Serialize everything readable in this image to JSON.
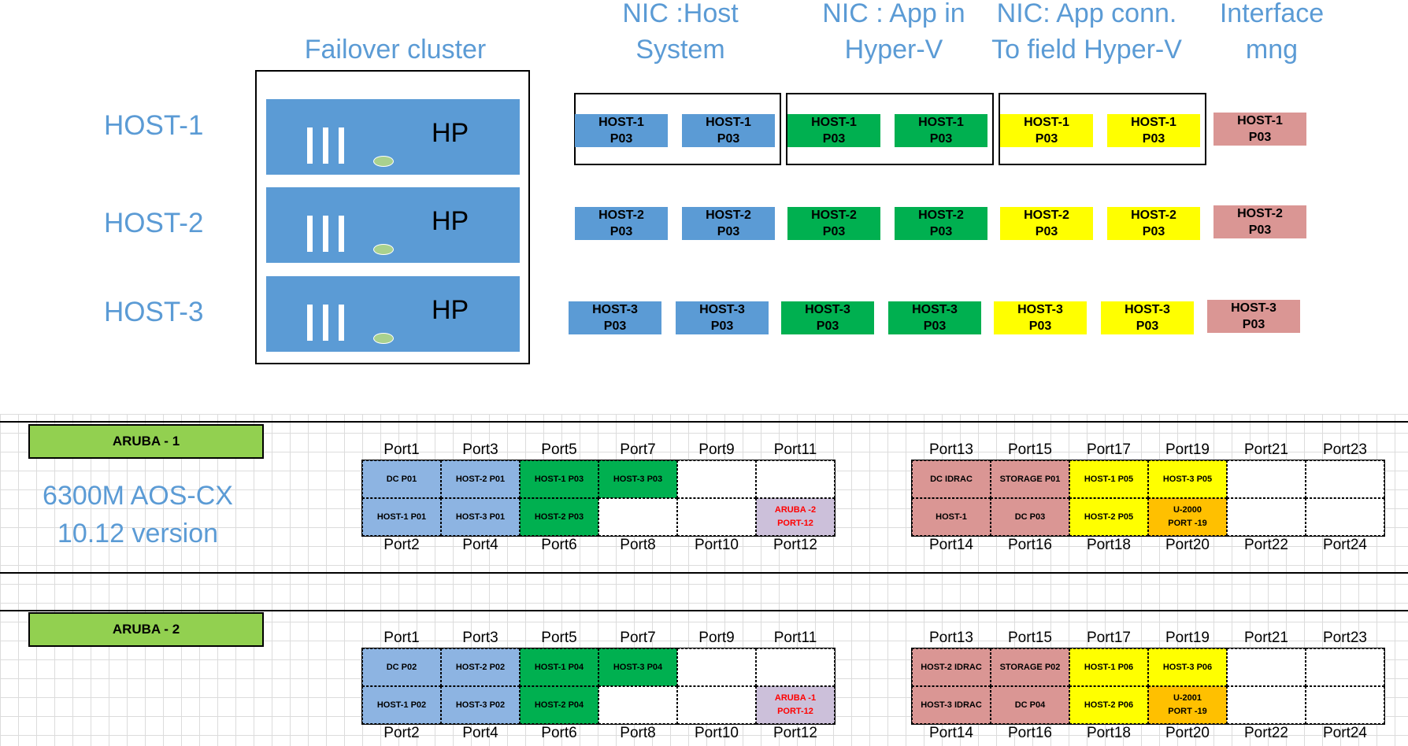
{
  "headings": {
    "failover": "Failover cluster",
    "nic_host": "NIC :Host\nSystem",
    "nic_app": "NIC : App in\nHyper-V",
    "nic_field": "NIC: App conn.\nTo field Hyper-V",
    "iface": "Interface\nmng"
  },
  "hosts": [
    {
      "label": "HOST-1",
      "brand": "HP",
      "nics": [
        "HOST-1\nP03",
        "HOST-1\nP03",
        "HOST-1\nP03",
        "HOST-1\nP03",
        "HOST-1\nP03",
        "HOST-1\nP03",
        "HOST-1\nP03"
      ]
    },
    {
      "label": "HOST-2",
      "brand": "HP",
      "nics": [
        "HOST-2\nP03",
        "HOST-2\nP03",
        "HOST-2\nP03",
        "HOST-2\nP03",
        "HOST-2\nP03",
        "HOST-2\nP03",
        "HOST-2\nP03"
      ]
    },
    {
      "label": "HOST-3",
      "brand": "HP",
      "nics": [
        "HOST-3\nP03",
        "HOST-3\nP03",
        "HOST-3\nP03",
        "HOST-3\nP03",
        "HOST-3\nP03",
        "HOST-3\nP03",
        "HOST-3\nP03"
      ]
    }
  ],
  "nic_colors": {
    "blue": "#5b9bd5",
    "green": "#00b050",
    "yellow": "#ffff00",
    "pink": "#da9694"
  },
  "switches": [
    {
      "title": "ARUBA - 1",
      "model": "6300M AOS-CX\n10.12 version",
      "top_ports": [
        "Port1",
        "Port3",
        "Port5",
        "Port7",
        "Port9",
        "Port11",
        "Port13",
        "Port15",
        "Port17",
        "Port19",
        "Port21",
        "Port23"
      ],
      "bottom_ports": [
        "Port2",
        "Port4",
        "Port6",
        "Port8",
        "Port10",
        "Port12",
        "Port14",
        "Port16",
        "Port18",
        "Port20",
        "Port22",
        "Port24"
      ],
      "row1": [
        "DC P01",
        "HOST-2 P01",
        "HOST-1 P03",
        "HOST-3 P03",
        "",
        "",
        "DC IDRAC",
        "STORAGE P01",
        "HOST-1 P05",
        "HOST-3 P05",
        "",
        ""
      ],
      "row2": [
        "HOST-1 P01",
        "HOST-3 P01",
        "HOST-2 P03",
        "",
        "",
        "ARUBA -2\nPORT-12",
        "HOST-1",
        "DC P03",
        "HOST-2 P05",
        "U-2000\nPORT -19",
        "",
        ""
      ]
    },
    {
      "title": "ARUBA - 2",
      "model": "",
      "top_ports": [
        "Port1",
        "Port3",
        "Port5",
        "Port7",
        "Port9",
        "Port11",
        "Port13",
        "Port15",
        "Port17",
        "Port19",
        "Port21",
        "Port23"
      ],
      "bottom_ports": [
        "Port2",
        "Port4",
        "Port6",
        "Port8",
        "Port10",
        "Port12",
        "Port14",
        "Port16",
        "Port18",
        "Port20",
        "Port22",
        "Port24"
      ],
      "row1": [
        "DC P02",
        "HOST-2 P02",
        "HOST-1  P04",
        "HOST-3 P04",
        "",
        "",
        "HOST-2 IDRAC",
        "STORAGE P02",
        "HOST-1 P06",
        "HOST-3 P06",
        "",
        ""
      ],
      "row2": [
        "HOST-1 P02",
        "HOST-3 P02",
        "HOST-2 P04",
        "",
        "",
        "ARUBA -1\nPORT-12",
        "HOST-3 IDRAC",
        "DC P04",
        "HOST-2 P06",
        "U-2001\nPORT -19",
        "",
        ""
      ]
    }
  ],
  "port_colors": {
    "blue": "#8db4e2",
    "green": "#00b050",
    "yellow": "#ffff00",
    "pink": "#da9694",
    "orange": "#ffc000",
    "lilac": "#ccc0da"
  }
}
